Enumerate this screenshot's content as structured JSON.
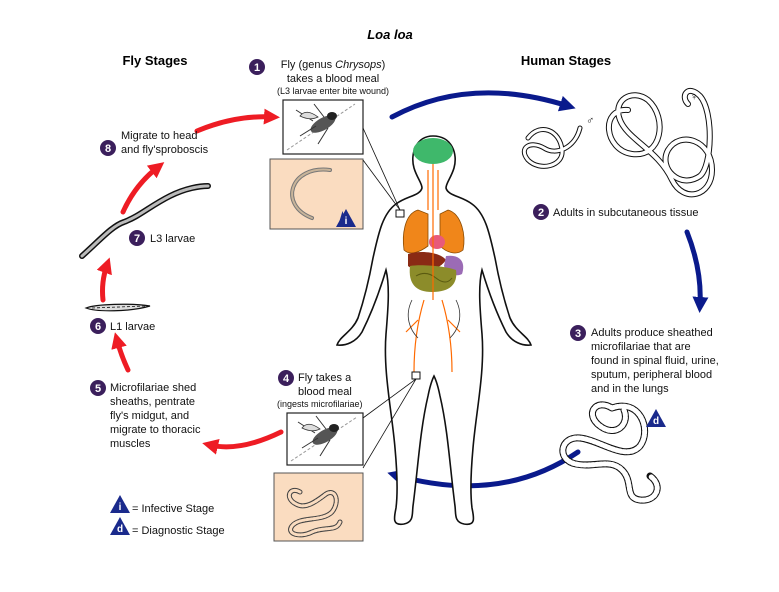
{
  "title": "Loa loa",
  "headings": {
    "fly": "Fly Stages",
    "human": "Human Stages"
  },
  "steps": [
    {
      "num": "1",
      "lines": [
        "Fly (genus Chrysops)",
        "takes a blood meal"
      ],
      "sub": "(L3 larvae enter bite wound)"
    },
    {
      "num": "2",
      "lines": [
        "Adults in subcutaneous tissue"
      ]
    },
    {
      "num": "3",
      "lines": [
        "Adults produce sheathed",
        "microfilariae that are",
        "found in spinal fluid, urine,",
        "sputum, peripheral blood",
        "and in the lungs"
      ]
    },
    {
      "num": "4",
      "lines": [
        "Fly takes a",
        "blood meal"
      ],
      "sub": "(ingests microfilariae)"
    },
    {
      "num": "5",
      "lines": [
        "Microfilariae shed",
        "sheaths, pentrate",
        "fly's midgut, and",
        "migrate to thoracic",
        "muscles"
      ]
    },
    {
      "num": "6",
      "lines": [
        "L1 larvae"
      ]
    },
    {
      "num": "7",
      "lines": [
        "L3 larvae"
      ]
    },
    {
      "num": "8",
      "lines": [
        "Migrate to head",
        "and fly'sproboscis"
      ]
    }
  ],
  "legend": [
    {
      "letter": "i",
      "label": "= Infective Stage"
    },
    {
      "letter": "d",
      "label": "= Diagnostic Stage"
    }
  ],
  "symbols": {
    "male": "♂",
    "female": "♀"
  },
  "colors": {
    "red_arrow": "#ee1c24",
    "blue_arrow": "#0a1a8c",
    "circle": "#3b1f5c",
    "inset_bg": "#fadcc0",
    "triangle": "#1a2a8c",
    "brain": "#3fb86b",
    "lungs": "#f0861a",
    "heart": "#e85a7a",
    "liver": "#8a2a14",
    "stomach": "#9b6bb5",
    "intestine": "#8c8c2a",
    "vessel": "#ff6a00"
  }
}
